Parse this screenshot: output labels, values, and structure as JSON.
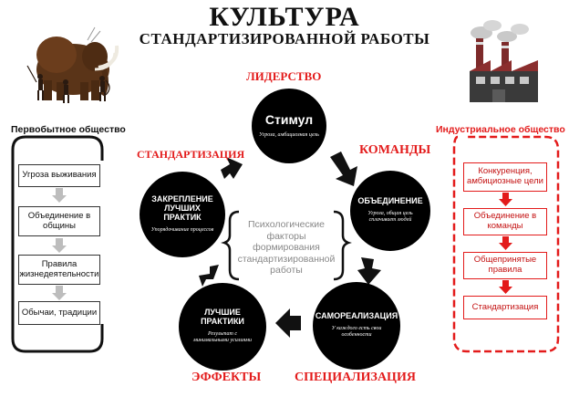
{
  "header": {
    "title": "КУЛЬТУРА",
    "subtitle": "СТАНДАРТИЗИРОВАННОЙ РАБОТЫ"
  },
  "left_panel": {
    "title": "Первобытное общество",
    "items": [
      "Угроза выживания",
      "Объединение в общины",
      "Правила жизнедеятельности",
      "Обычаи, традиции"
    ]
  },
  "right_panel": {
    "title": "Индустриальное общество",
    "items": [
      "Конкуренция, амбициозные цели",
      "Объединение в команды",
      "Общепринятые правила",
      "Стандартизация"
    ]
  },
  "labels": {
    "leadership": "ЛИДЕРСТВО",
    "teams": "КОМАНДЫ",
    "specialization": "СПЕЦИАЛИЗАЦИЯ",
    "effects": "ЭФФЕКТЫ",
    "standardization": "СТАНДАРТИЗАЦИЯ"
  },
  "cycle": {
    "stimulus": {
      "title": "Стимул",
      "sub": "Угроза, амбициозная цель"
    },
    "unity": {
      "title": "ОБЪЕДИНЕНИЕ",
      "sub": "Угроза, общая цель сплачивает людей"
    },
    "self_realization": {
      "title": "САМОРЕАЛИЗАЦИЯ",
      "sub": "У каждого есть свои особенности"
    },
    "best_practices": {
      "title": "ЛУЧШИЕ ПРАКТИКИ",
      "sub": "Результат с минимальными усилиями"
    },
    "consolidation": {
      "title": "ЗАКРЕПЛЕНИЕ ЛУЧШИХ ПРАКТИК",
      "sub": "Упорядочивание процессов"
    }
  },
  "center": {
    "text": "Психологические факторы формирования стандартизированной работы"
  },
  "colors": {
    "accent_red": "#e31b1b",
    "black": "#000000",
    "arrow_grey": "#bdbdbd"
  },
  "icons": [
    "mammoth-hunt-illustration",
    "factory-icon"
  ]
}
